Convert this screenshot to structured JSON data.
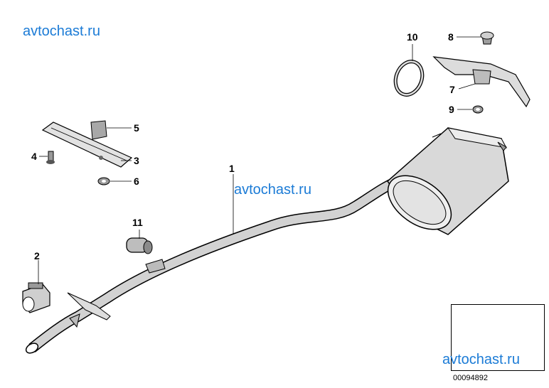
{
  "watermarks": [
    "avtochast.ru",
    "avtochast.ru",
    "avtochast.ru"
  ],
  "callouts": {
    "p1": "1",
    "p2": "2",
    "p3": "3",
    "p4": "4",
    "p5": "5",
    "p6": "6",
    "p7": "7",
    "p8": "8",
    "p9": "9",
    "p10": "10",
    "p11": "11"
  },
  "doc_number": "00094892",
  "colors": {
    "watermark": "#1b7bd6",
    "line": "#000000",
    "shade": "#c8c8c8"
  }
}
